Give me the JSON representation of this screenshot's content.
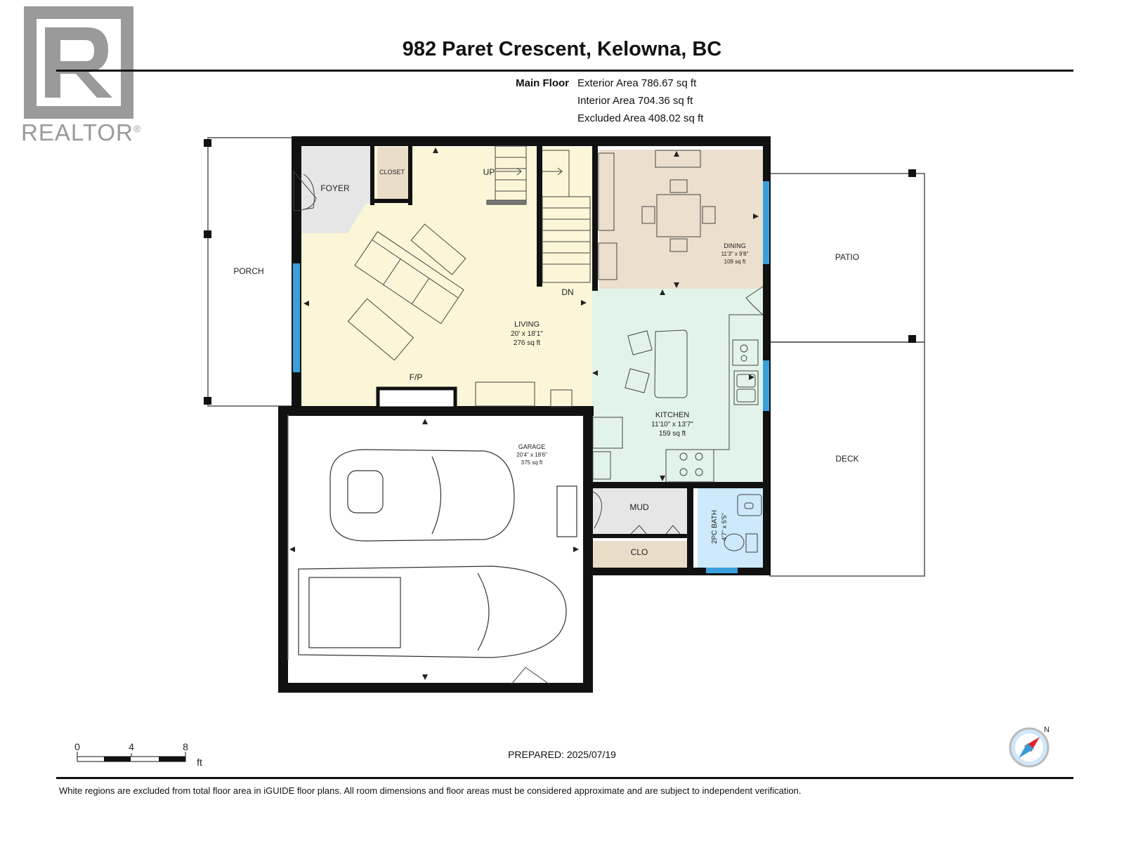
{
  "brand": {
    "logo_letter": "R",
    "logo_text": "REALTOR",
    "logo_mark": "®"
  },
  "title": "982 Paret Crescent, Kelowna, BC",
  "floor": {
    "name": "Main Floor",
    "exterior_area": "Exterior Area 786.67 sq ft",
    "interior_area": "Interior Area 704.36 sq ft",
    "excluded_area": "Excluded Area 408.02 sq ft"
  },
  "rooms": {
    "porch": "PORCH",
    "foyer": "FOYER",
    "closet": "CLOSET",
    "up": "UP",
    "dn": "DN",
    "fp": "F/P",
    "living": {
      "name": "LIVING",
      "dims": "20' x 18'1\"",
      "area": "276 sq ft"
    },
    "dining": {
      "name": "DINING",
      "dims": "11'3\" x 9'8\"",
      "area": "109 sq ft"
    },
    "kitchen": {
      "name": "KITCHEN",
      "dims": "11'10\" x 13'7\"",
      "area": "159 sq ft"
    },
    "garage": {
      "name": "GARAGE",
      "dims": "20'4\" x 18'6\"",
      "area": "375 sq ft"
    },
    "mud": "MUD",
    "clo": "CLO",
    "bath": {
      "name": "2PC BATH",
      "dims": "4'7\" x 5'5\""
    },
    "patio": "PATIO",
    "deck": "DECK"
  },
  "scale": {
    "labels": [
      "0",
      "4",
      "8"
    ],
    "unit": "ft"
  },
  "compass": {
    "label": "N"
  },
  "prepared": "PREPARED: 2025/07/19",
  "disclaimer": "White regions are excluded from total floor area in iGUIDE floor plans. All room dimensions and floor areas must be considered approximate and are subject to independent verification.",
  "colors": {
    "living": "#fbf6d7",
    "dining": "#eddfcd",
    "kitchen": "#e2f4e9",
    "foyer": "#e6e6e6",
    "bath": "#cde9fb",
    "closet": "#e9ddc8",
    "window": "#3aa0dc",
    "wall": "#111111",
    "logo": "#9a9a9a"
  }
}
